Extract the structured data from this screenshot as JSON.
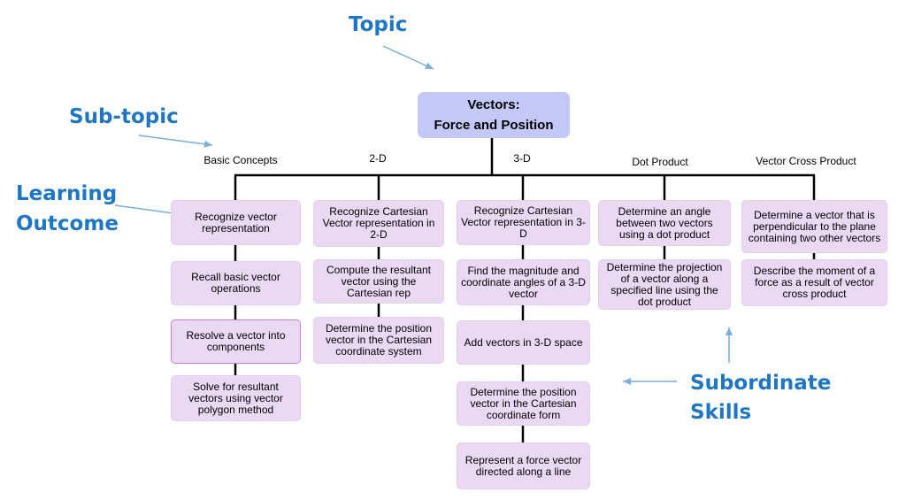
{
  "annotations": {
    "topic": "Topic",
    "subtopic": "Sub-topic",
    "learning_outcome_1": "Learning",
    "learning_outcome_2": "Outcome",
    "subordinate_skills_1": "Subordinate",
    "subordinate_skills_2": "Skills"
  },
  "root": {
    "line1": "Vectors:",
    "line2": "Force and Position"
  },
  "columns": [
    {
      "heading": "Basic Concepts",
      "outcome": "Recognize vector representation",
      "skills": [
        "Recall basic vector operations",
        "Resolve a vector into components",
        "Solve for resultant vectors using vector polygon method"
      ]
    },
    {
      "heading": "2-D",
      "outcome": "Recognize Cartesian Vector representation in 2-D",
      "skills": [
        "Compute the resultant vector using the Cartesian rep",
        "Determine the position vector in the Cartesian coordinate system"
      ]
    },
    {
      "heading": "3-D",
      "outcome": "Recognize Cartesian Vector representation in 3-D",
      "skills": [
        "Find the magnitude and coordinate angles of a 3-D vector",
        "Add vectors in 3-D space",
        "Determine the position vector in the Cartesian coordinate form",
        "Represent a force vector directed along a line"
      ]
    },
    {
      "heading": "Dot Product",
      "outcome": "Determine an angle between two vectors using a dot product",
      "skills": [
        "Determine the projection of a vector along a specified line using the dot product"
      ]
    },
    {
      "heading": "Vector Cross Product",
      "outcome": "Determine a vector that is perpendicular to the plane containing two other vectors",
      "skills": [
        "Describe the moment of a force as a result of vector cross product"
      ]
    }
  ]
}
